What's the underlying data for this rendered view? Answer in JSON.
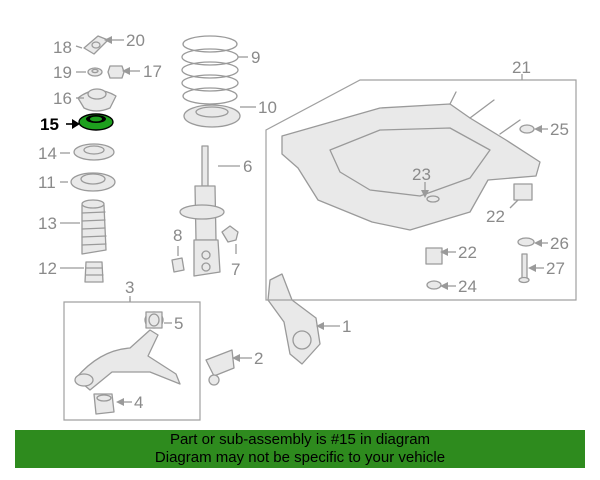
{
  "callouts": [
    "1",
    "2",
    "3",
    "4",
    "5",
    "6",
    "7",
    "8",
    "9",
    "10",
    "11",
    "12",
    "13",
    "14",
    "15",
    "16",
    "17",
    "18",
    "19",
    "20",
    "21",
    "22",
    "22",
    "23",
    "24",
    "25",
    "26",
    "27"
  ],
  "highlighted_part": "15",
  "highlight_color": "#1ea01e",
  "banner": {
    "line1": "Part or sub-assembly is #15 in diagram",
    "line2": "Diagram may not be specific to your vehicle",
    "background": "#2e8b1e"
  }
}
